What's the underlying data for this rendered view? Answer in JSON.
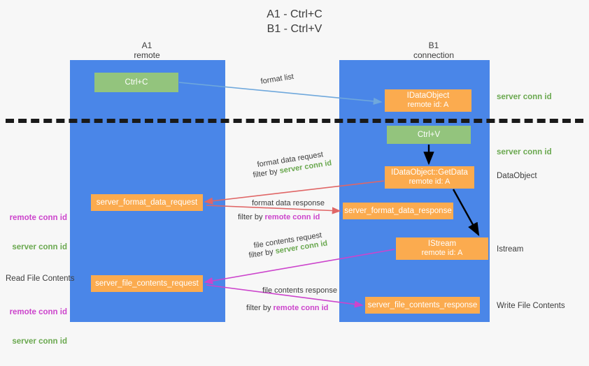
{
  "title": "A1 - Ctrl+C\nB1 - Ctrl+V",
  "lanes": [
    {
      "name": "A1",
      "sub": "remote",
      "header": "A1\nremote"
    },
    {
      "name": "B1",
      "sub": "connection",
      "header": "B1\nconnection"
    }
  ],
  "nodes": {
    "ctrl_c": {
      "label": "Ctrl+C",
      "color": "#93c47d"
    },
    "ctrl_v": {
      "label": "Ctrl+V",
      "color": "#93c47d"
    },
    "idataobject": {
      "line1": "IDataObject",
      "line2": "remote id: A",
      "color": "#fbab4f"
    },
    "getdata": {
      "line1": "IDataObject::GetData",
      "line2": "remote id: A",
      "color": "#fbab4f"
    },
    "istream": {
      "line1": "IStream",
      "line2": "remote id: A",
      "color": "#fbab4f"
    },
    "format_data_request": {
      "label": "server_format_data_request",
      "color": "#fbab4f"
    },
    "format_data_response": {
      "label": "server_format_data_response",
      "color": "#fbab4f"
    },
    "file_contents_request": {
      "label": "server_file_contents_request",
      "color": "#fbab4f"
    },
    "file_contents_response": {
      "label": "server_file_contents_response",
      "color": "#fbab4f"
    }
  },
  "arrow_labels": {
    "format_list": "format list",
    "format_data_request_1": "format data request",
    "format_data_request_2_prefix": "filter by ",
    "format_data_request_2_key": "server conn id",
    "format_data_response_1": "format data response",
    "format_data_response_2_prefix": "filter by ",
    "format_data_response_2_key": "remote conn id",
    "file_contents_request_1": "file contents request",
    "file_contents_request_2_prefix": "filter by ",
    "file_contents_request_2_key": "server conn id",
    "file_contents_response_1": "file contents response",
    "file_contents_response_2_prefix": "filter by ",
    "file_contents_response_2_key": "remote conn id"
  },
  "annotations": {
    "server_conn_id_top": "server conn id",
    "server_conn_id_mid": "server conn id",
    "dataobject": "DataObject",
    "istream": "Istream",
    "write_file_contents": "Write File Contents",
    "read_file_contents": "Read File Contents",
    "remote_conn_id": "remote conn id",
    "server_conn_id": "server conn id"
  },
  "colors": {
    "lane": "#4a86e8",
    "green_node": "#93c47d",
    "orange_node": "#fbab4f",
    "divider": "#1a1a1a",
    "arrow_blue": "#6fa8dc",
    "arrow_red": "#e06666",
    "arrow_magenta": "#cc44cc",
    "arrow_black": "#000000",
    "key_green": "#6aa84f",
    "key_magenta": "#cc44cc",
    "background": "#f7f7f7"
  }
}
